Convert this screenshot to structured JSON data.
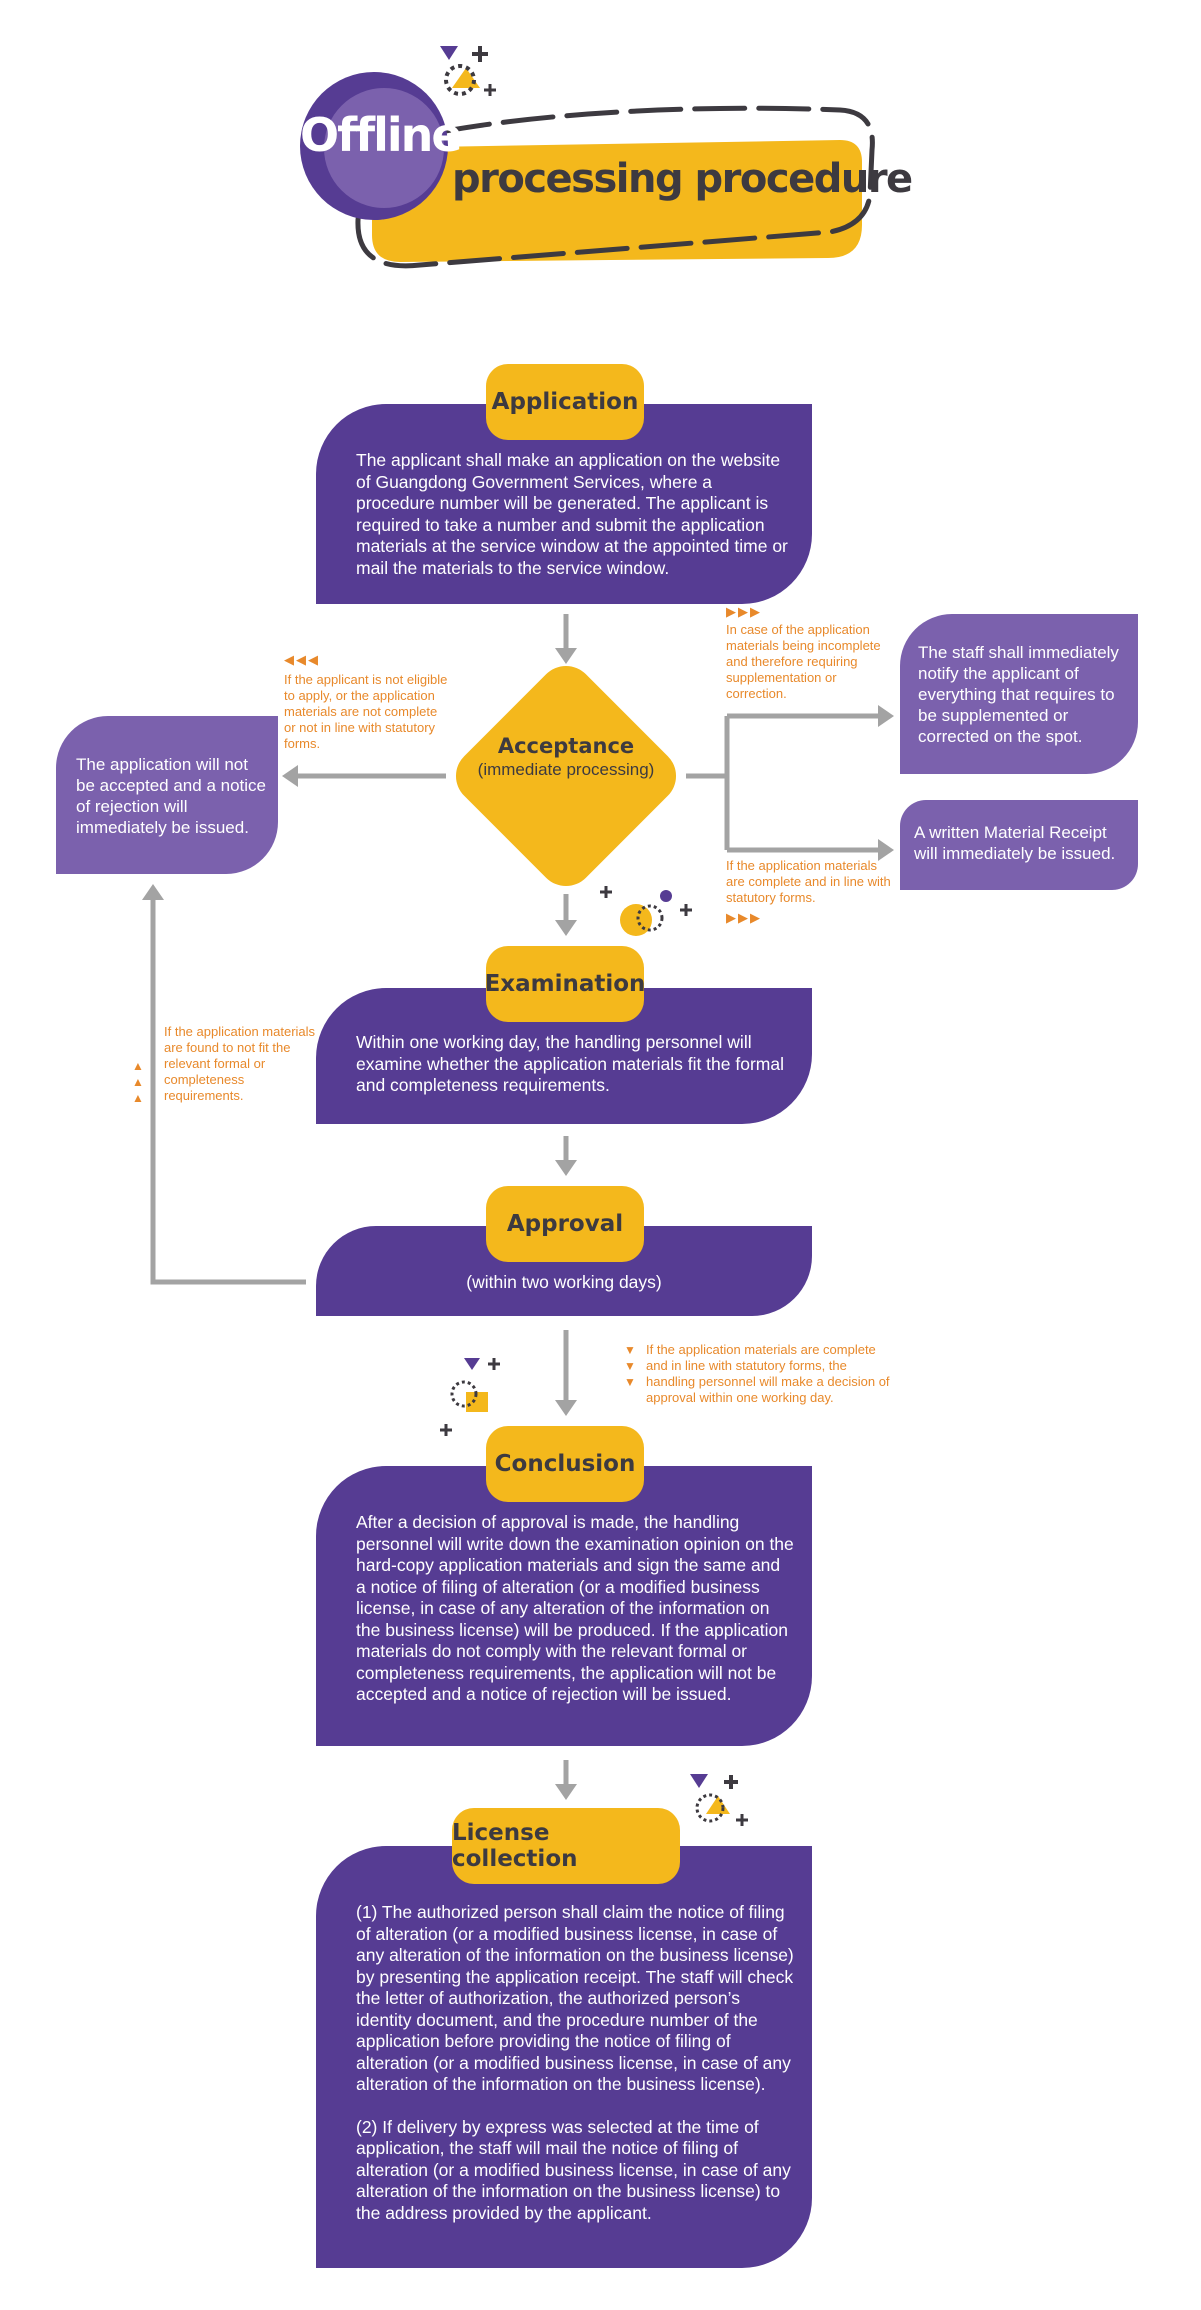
{
  "title": {
    "badge": "Offline",
    "banner": "processing procedure"
  },
  "colors": {
    "purple": "#563c93",
    "light_purple": "#7b61ad",
    "yellow": "#f4b81c",
    "orange": "#e8892b",
    "arrow_gray": "#a3a3a3",
    "dark": "#3d3a40"
  },
  "steps": {
    "application": {
      "label": "Application",
      "text": "The applicant shall make an application on the website of Guangdong Government Services, where a procedure number will be generated. The applicant is required to take a number and submit the application materials at the service window at the appointed time or mail the materials to the service window."
    },
    "acceptance": {
      "label": "Acceptance",
      "sublabel": "(immediate processing)"
    },
    "examination": {
      "label": "Examination",
      "text": "Within one working day, the handling personnel will examine whether the application materials fit the formal and completeness requirements."
    },
    "approval": {
      "label": "Approval",
      "text": "(within two working days)"
    },
    "conclusion": {
      "label": "Conclusion",
      "text": "After a decision of approval is made, the handling personnel will write down the examination opinion on the hard-copy application materials and sign the same and a notice of filing of alteration (or a modified business license, in case of any alteration of the information on the business license) will be produced. If the application materials do not comply with the relevant formal or completeness requirements, the application will not be accepted and a notice of rejection will be issued."
    },
    "license": {
      "label": "License collection",
      "text1": "(1) The authorized person shall claim the notice of filing of alteration (or a modified business license, in case of any alteration of the information on the business license) by presenting the application receipt. The staff will check the letter of authorization, the authorized person’s identity document, and the procedure number of the application before providing the notice of filing of alteration (or a modified business license, in case of any alteration of the information on the business license).",
      "text2": "(2) If delivery by express was selected at the time of application, the staff will mail the notice of filing of alteration (or a modified business license, in case of any alteration of the information on the business license) to the address provided by the applicant."
    }
  },
  "outcomes": {
    "rejection": "The application will not be accepted and a notice of rejection will immediately be issued.",
    "supplement": "The staff shall immediately notify the applicant of everything that requires to be supplemented or corrected on the spot.",
    "receipt": "A written Material Receipt will immediately be issued."
  },
  "notes": {
    "not_eligible": "If the applicant is not eligible to apply, or the application materials are not complete or not in line with statutory forms.",
    "incomplete": "In case of the application materials being incomplete and therefore requiring supplementation or correction.",
    "complete": "If the application materials are complete and in line with statutory forms.",
    "not_fit": "If the application materials are found to not fit the relevant formal or completeness requirements.",
    "approval_decision": "If the application materials are complete and in line with statutory forms, the handling personnel will make a decision of approval within one working day."
  },
  "decor": {
    "arrow_glyph": "▶▶▶",
    "left_glyph": "◀◀◀",
    "down_glyph": "▼",
    "up_glyph": "▲"
  }
}
